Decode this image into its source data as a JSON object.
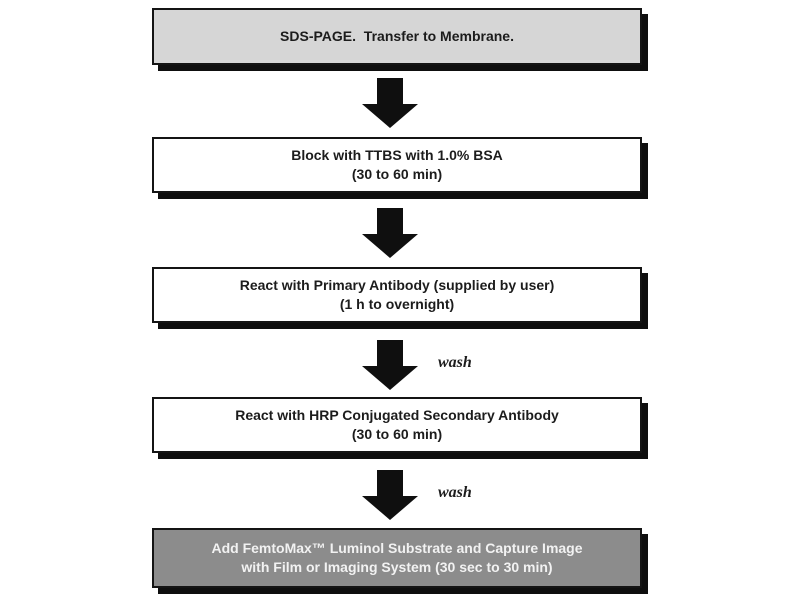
{
  "flow": {
    "steps": [
      {
        "line1": "SDS-PAGE.  Transfer to Membrane."
      },
      {
        "line1": "Block with TTBS with 1.0% BSA",
        "line2": "(30 to 60 min)"
      },
      {
        "line1": "React with Primary Antibody (supplied by user)",
        "line2": "(1 h to overnight)"
      },
      {
        "line1": "React with HRP Conjugated Secondary Antibody",
        "line2": "(30 to 60 min)"
      },
      {
        "line1": "Add FemtoMax™ Luminol Substrate and Capture Image",
        "line2": "with Film or Imaging System (30 sec to 30 min)"
      }
    ],
    "arrows": [
      {
        "label": ""
      },
      {
        "label": ""
      },
      {
        "label": "wash"
      },
      {
        "label": "wash"
      }
    ],
    "colors": {
      "box_light_gray": "#d6d6d6",
      "box_white": "#ffffff",
      "box_dark_gray": "#8c8c8c",
      "ink": "#141414",
      "dark_box_text": "#f2f2f2"
    }
  }
}
